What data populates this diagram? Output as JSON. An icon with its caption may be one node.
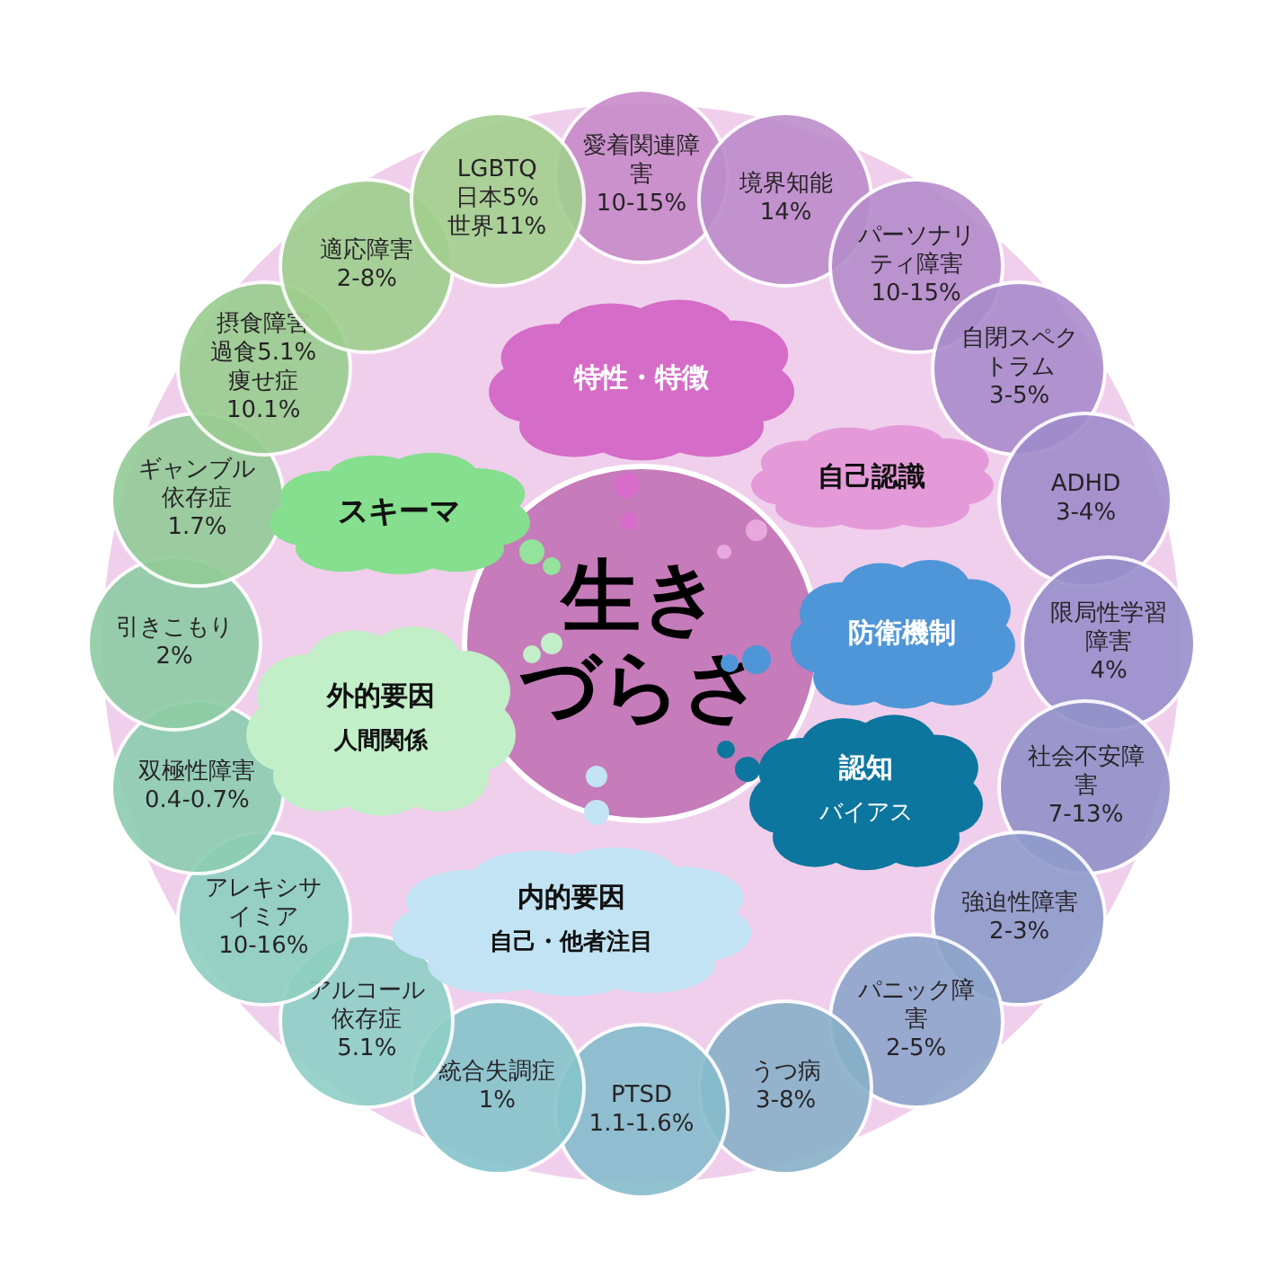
{
  "diagram": {
    "nodes": [
      {
        "text": [
          "生き",
          "づらさ"
        ]
      },
      {
        "text": [
          "特性・特徴"
        ]
      },
      {
        "text": [
          "自己認識"
        ]
      },
      {
        "text": [
          "スキーマ"
        ]
      },
      {
        "text": [
          "防衛機制"
        ]
      },
      {
        "text": [
          "外的要因",
          "人間関係"
        ]
      },
      {
        "text": [
          "認知",
          "バイアス"
        ]
      },
      {
        "text": [
          "内的要因",
          "自己・他者注目"
        ]
      },
      {
        "text": [
          "愛着関連障害",
          "10-15%"
        ]
      },
      {
        "text": [
          "境界知能",
          "14%"
        ]
      },
      {
        "text": [
          "パーソナリティ障害",
          "10-15%"
        ]
      },
      {
        "text": [
          "自閉スペクトラム",
          "3-5%"
        ]
      },
      {
        "text": [
          "ADHD",
          "3-4%"
        ]
      },
      {
        "text": [
          "限局性学習障害",
          "4%"
        ]
      },
      {
        "text": [
          "社会不安障害",
          "7-13%"
        ]
      },
      {
        "text": [
          "強迫性障害",
          "2-3%"
        ]
      },
      {
        "text": [
          "パニック障害",
          "2-5%"
        ]
      },
      {
        "text": [
          "うつ病",
          "3-8%"
        ]
      },
      {
        "text": [
          "PTSD",
          "1.1-1.6%"
        ]
      },
      {
        "text": [
          "統合失調症",
          "1%"
        ]
      },
      {
        "text": [
          "アルコール依存症",
          "5.1%"
        ]
      },
      {
        "text": [
          "アレキシサイミア",
          "10-16%"
        ]
      },
      {
        "text": [
          "双極性障害",
          "0.4-0.7%"
        ]
      },
      {
        "text": [
          "引きこもり",
          "2%"
        ]
      },
      {
        "text": [
          "ギャンブル依存症",
          "1.7%"
        ]
      },
      {
        "text": [
          "摂食障害",
          "過食5.1%",
          "痩せ症",
          "10.1%"
        ]
      },
      {
        "text": [
          "適応障害",
          "2-8%"
        ]
      },
      {
        "text": [
          "LGBTQ",
          "日本5%",
          "世界11%"
        ]
      }
    ],
    "edges": []
  }
}
